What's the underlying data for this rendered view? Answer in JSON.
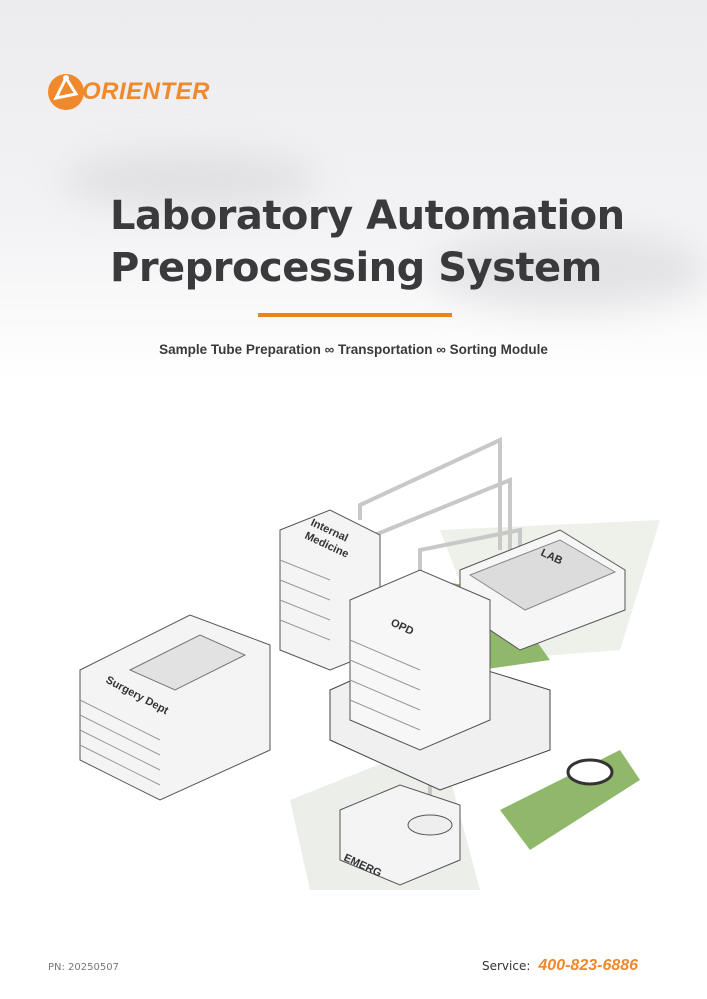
{
  "brand": {
    "name": "ORIENTER",
    "color": "#f0892b"
  },
  "title": {
    "line1": "Laboratory Automation",
    "line2": "Preprocessing System"
  },
  "subtitle": "Sample Tube Preparation ∞ Transportation ∞ Sorting Module",
  "illustration": {
    "labels": {
      "internal1": "Internal",
      "internal2": "Medicine",
      "lab": "LAB",
      "opd": "OPD",
      "surgery": "Surgery Dept",
      "emerg": "EMERG"
    }
  },
  "footer": {
    "pn": "PN: 20250507",
    "service_label": "Service:",
    "phone": "400-823-6886"
  },
  "colors": {
    "accent": "#f07f1e",
    "title": "#3a3a3c"
  }
}
